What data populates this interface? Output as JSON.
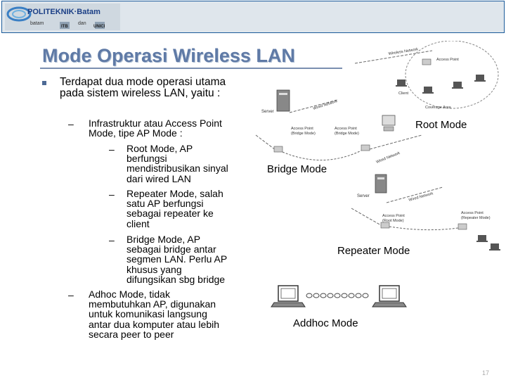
{
  "header": {
    "logo_name": "POLITEKNIK·Batam",
    "logo_sub_left": "batam",
    "logo_sub_right": "dan",
    "badge_left": "ITB",
    "badge_right": "UNICI"
  },
  "slide": {
    "title": "Mode Operasi Wireless LAN",
    "main_bullet": "Terdapat dua mode operasi utama pada sistem wireless LAN, yaitu :",
    "sub1": {
      "dash": "–",
      "lines": [
        "Infrastruktur atau Access Point",
        "Mode, tipe AP Mode :"
      ]
    },
    "sub1_items": [
      {
        "dash": "–",
        "lines": [
          "Root Mode, AP",
          "berfungsi",
          "mendistribusikan sinyal",
          "dari wired LAN"
        ]
      },
      {
        "dash": "–",
        "lines": [
          "Repeater Mode, salah",
          "satu AP berfungsi",
          "sebagai repeater ke",
          "client"
        ]
      },
      {
        "dash": "–",
        "lines": [
          "Bridge Mode, AP",
          "sebagai bridge antar",
          "segmen LAN. Perlu AP",
          "khusus yang",
          "difungsikan sbg bridge"
        ]
      }
    ],
    "sub2": {
      "dash": "–",
      "lines": [
        "Adhoc Mode, tidak",
        "membutuhkan AP, digunakan",
        "untuk komunikasi langsung",
        "antar dua komputer atau lebih",
        "secara peer to peer"
      ]
    },
    "labels": {
      "root": "Root Mode",
      "bridge": "Bridge Mode",
      "repeater": "Repeater Mode",
      "adhoc": "Addhoc Mode"
    },
    "diagram_text": {
      "wireless_network_top": "Wireless Network",
      "access_point_top": "Access Point",
      "client": "Client",
      "coverage_area": "Coverage Area",
      "server1": "Server",
      "wired_network1": "Wired Network",
      "ap_bridge1": [
        "Access Point",
        "(Bridge Mode)"
      ],
      "ap_bridge2": [
        "Access Point",
        "(Bridge Mode)"
      ],
      "wired_network2": "Wired Network",
      "server2": "Server",
      "wired_network3": "Wired Network",
      "ap_root": [
        "Access Point",
        "(Root Mode)"
      ],
      "ap_repeater": [
        "Access Point",
        "(Repeater Mode)"
      ]
    },
    "page_number": "17"
  }
}
